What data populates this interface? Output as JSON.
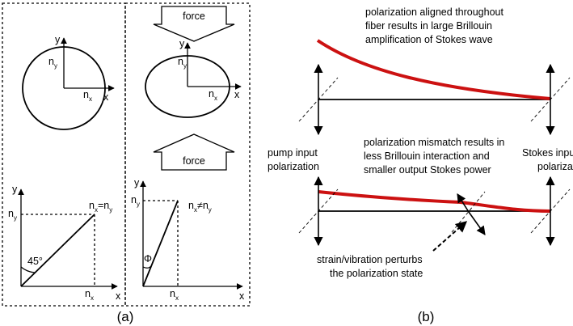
{
  "panel_a": {
    "label": "(a)",
    "top_left": {
      "axis_x": "x",
      "axis_y": "y",
      "nx_base": "n",
      "nx_sub": "x",
      "ny_base": "n",
      "ny_sub": "y"
    },
    "top_right": {
      "force_top": "force",
      "force_bottom": "force",
      "axis_x": "x",
      "axis_y": "y",
      "nx_base": "n",
      "nx_sub": "x",
      "ny_base": "n",
      "ny_sub": "y"
    },
    "bottom_left": {
      "axis_x": "x",
      "axis_y": "y",
      "ny_base": "n",
      "ny_sub": "y",
      "nx_base": "n",
      "nx_sub": "x",
      "angle": "45°",
      "eq_n1": "n",
      "eq_s1": "x",
      "eq_op": "=n",
      "eq_s2": "y"
    },
    "bottom_right": {
      "axis_x": "x",
      "axis_y": "y",
      "ny_base": "n",
      "ny_sub": "y",
      "nx_base": "n",
      "nx_sub": "x",
      "angle": "Φ",
      "eq_n1": "n",
      "eq_s1": "x",
      "eq_op": "≠n",
      "eq_s2": "y"
    }
  },
  "panel_b": {
    "label": "(b)",
    "aligned_text": [
      "polarization  aligned  throughout",
      "fiber results in large Brillouin",
      "amplification of Stokes wave"
    ],
    "mismatch_text": [
      "polarization mismatch results in",
      "less  Brillouin  interaction  and",
      "smaller output Stokes power"
    ],
    "pump_label": [
      "pump input",
      "polarization"
    ],
    "stokes_label": [
      "Stokes input",
      "polarization"
    ],
    "strain_text": [
      "strain/vibration  perturbs",
      "the polarization state"
    ]
  },
  "colors": {
    "stokes_curve": "#cc1111",
    "line": "#000000",
    "background": "#ffffff"
  }
}
